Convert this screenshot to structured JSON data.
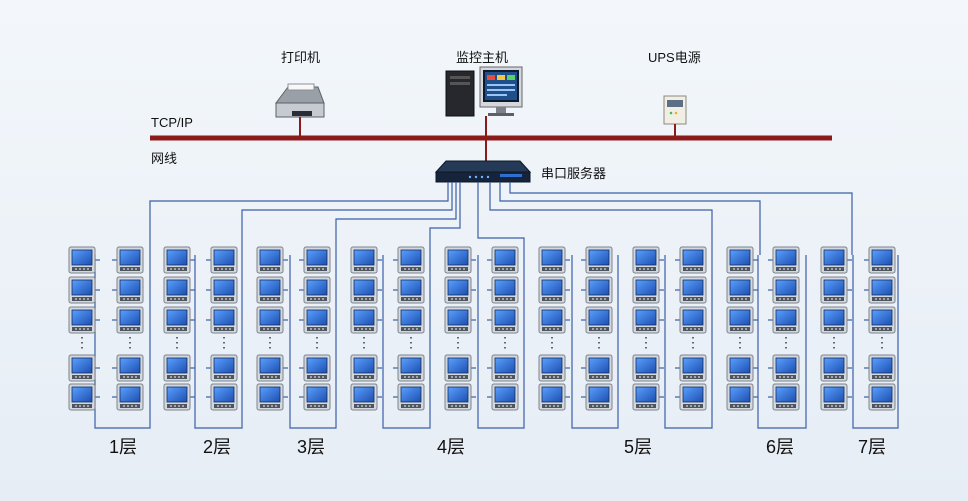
{
  "labels": {
    "printer": "打印机",
    "monitor_host": "监控主机",
    "ups": "UPS电源",
    "tcpip": "TCP/IP",
    "network_line": "网线",
    "serial_server": "串口服务器"
  },
  "floors": [
    "1层",
    "2层",
    "3层",
    "4层",
    "5层",
    "6层",
    "7层"
  ],
  "colors": {
    "network_line": "#8b1a1a",
    "bus_line": "#3a5fa8",
    "meter_screen": "#2f6fd0",
    "meter_frame": "#c8ccd2"
  }
}
